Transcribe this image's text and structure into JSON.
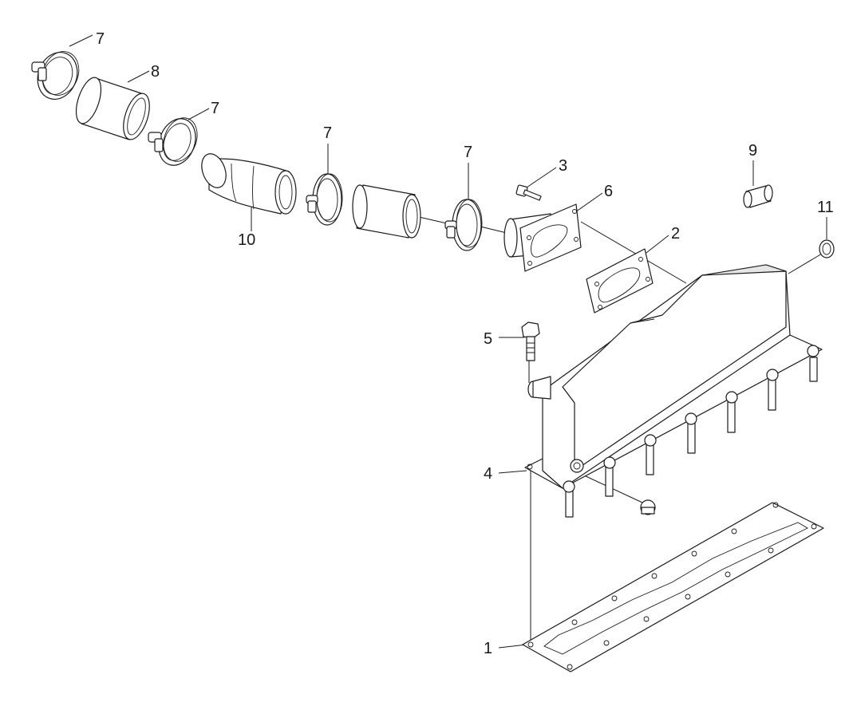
{
  "callouts": {
    "c1": "1",
    "c2": "2",
    "c3": "3",
    "c4": "4",
    "c5": "5",
    "c6": "6",
    "c7a": "7",
    "c7b": "7",
    "c7c": "7",
    "c7d": "7",
    "c8": "8",
    "c9": "9",
    "c10": "10",
    "c11": "11"
  }
}
